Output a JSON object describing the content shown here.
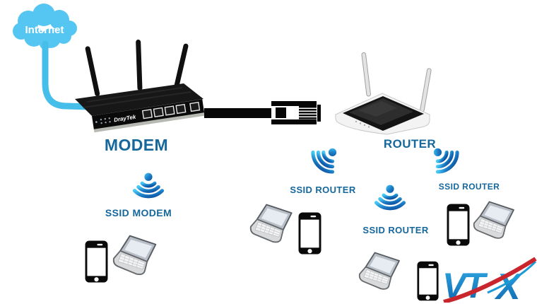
{
  "diagram": {
    "internet_cloud": {
      "label": "Internet"
    },
    "modem": {
      "label": "MODEM",
      "brand": "DrayTek",
      "ssid": {
        "label": "SSID MODEM"
      }
    },
    "router": {
      "label": "ROUTER",
      "ssids": [
        {
          "label": "SSID ROUTER"
        },
        {
          "label": "SSID ROUTER"
        },
        {
          "label": "SSID ROUTER"
        }
      ]
    },
    "logo": {
      "vt": "VT",
      "x": "X"
    },
    "colors": {
      "cloud_blue": "#55C6F2",
      "cable_cyan": "#45BFE9",
      "label_blue": "#15679C",
      "wifi_light": "#45C9F5",
      "wifi_dark": "#0B4F9E",
      "device_black": "#0B0B0B",
      "logo_blue": "#1276BD",
      "logo_red": "#C9252C"
    }
  }
}
